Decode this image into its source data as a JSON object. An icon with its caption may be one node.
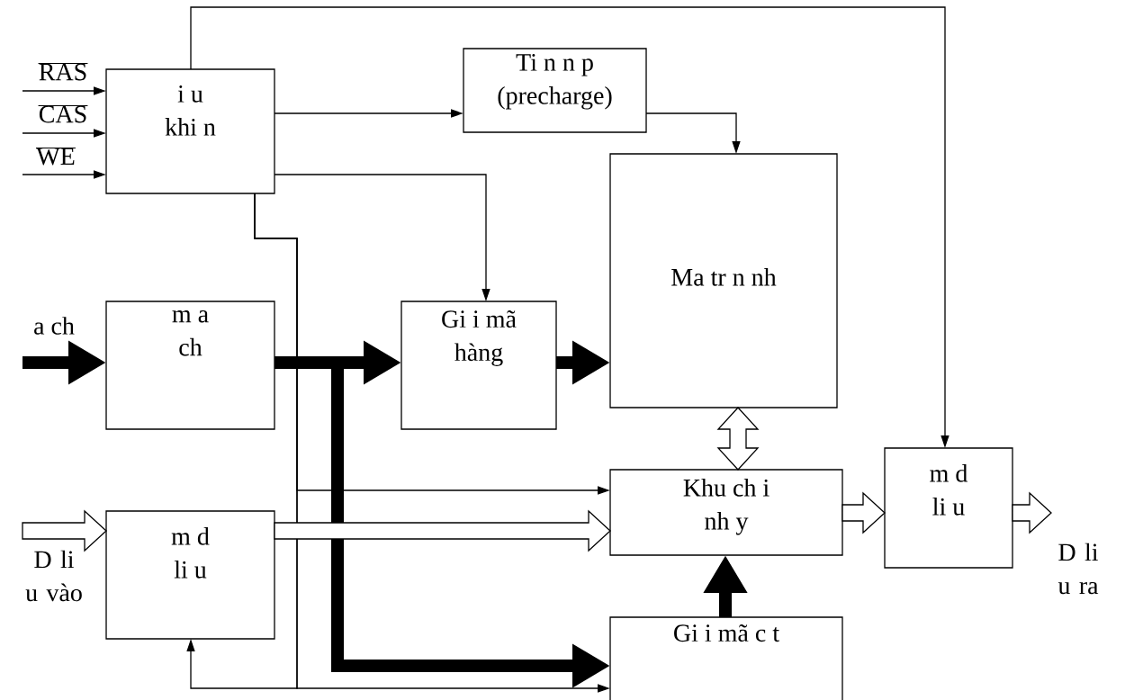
{
  "diagram": {
    "nodes": [
      {
        "text": [
          "i u khi n"
        ]
      },
      {
        "text": [
          "Ti n n p (precharge)"
        ]
      },
      {
        "text": [
          "Ma tr n nh"
        ]
      },
      {
        "text": [
          "m a ch"
        ]
      },
      {
        "text": [
          "Gi i mã hàng"
        ]
      },
      {
        "text": [
          "Khu ch i nh y"
        ]
      },
      {
        "text": [
          "m d li u"
        ]
      },
      {
        "text": [
          "Gi i mã c t"
        ]
      },
      {
        "text": [
          "m d li u"
        ]
      }
    ],
    "edges": [
      {
        "from": null,
        "to": 0,
        "arrow": "to",
        "label": "RAS"
      },
      {
        "from": null,
        "to": 0,
        "arrow": "to",
        "label": "CAS"
      },
      {
        "from": null,
        "to": 0,
        "arrow": "to",
        "label": "WE"
      },
      {
        "from": 0,
        "to": 1,
        "arrow": "to"
      },
      {
        "from": 1,
        "to": 2,
        "arrow": "to"
      },
      {
        "from": 0,
        "to": 4,
        "arrow": "to"
      },
      {
        "from": 0,
        "to": 8,
        "arrow": "to"
      },
      {
        "from": 0,
        "to": 5,
        "arrow": "to"
      },
      {
        "from": 0,
        "to": 7,
        "arrow": "to"
      },
      {
        "from": 0,
        "to": 6,
        "arrow": "to"
      },
      {
        "from": null,
        "to": 3,
        "arrow": "to",
        "label": "a ch",
        "style": "thick"
      },
      {
        "from": 3,
        "to": 4,
        "arrow": "to",
        "style": "thick"
      },
      {
        "from": 3,
        "to": 7,
        "arrow": "to",
        "style": "thick"
      },
      {
        "from": 4,
        "to": 2,
        "arrow": "to",
        "style": "thick"
      },
      {
        "from": 7,
        "to": 5,
        "arrow": "to",
        "style": "thick"
      },
      {
        "from": null,
        "to": 6,
        "arrow": "to",
        "label": "D li u vào"
      },
      {
        "from": 6,
        "to": 5,
        "arrow": "to"
      },
      {
        "from": 2,
        "to": 5,
        "arrow": "both"
      },
      {
        "from": 5,
        "to": 8,
        "arrow": "to"
      },
      {
        "from": 8,
        "to": null,
        "arrow": "to",
        "label": "D li u ra"
      }
    ]
  }
}
